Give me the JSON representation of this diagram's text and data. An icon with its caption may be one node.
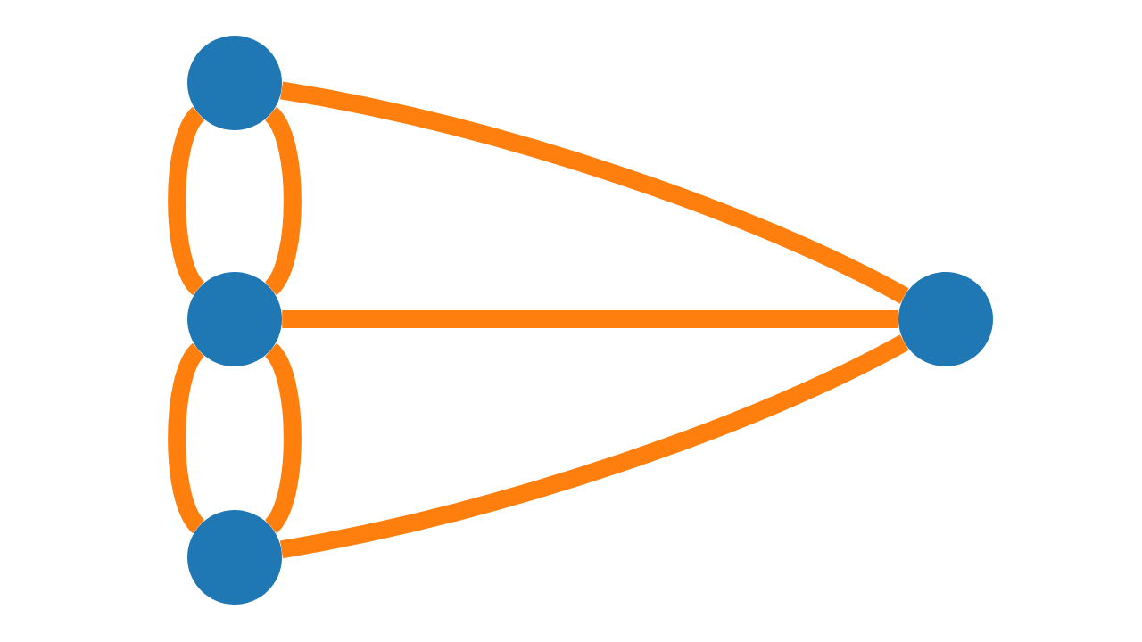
{
  "diagram": {
    "nodes": [
      {
        "text": [],
        "shape": "circle"
      },
      {
        "text": [],
        "shape": "circle"
      },
      {
        "text": [],
        "shape": "circle"
      },
      {
        "text": [],
        "shape": "circle"
      }
    ],
    "edges": [
      {
        "from": 0,
        "to": 1,
        "arrow": "none"
      },
      {
        "from": 0,
        "to": 1,
        "arrow": "none"
      },
      {
        "from": 1,
        "to": 2,
        "arrow": "none"
      },
      {
        "from": 1,
        "to": 2,
        "arrow": "none"
      },
      {
        "from": 0,
        "to": 3,
        "arrow": "none"
      },
      {
        "from": 1,
        "to": 3,
        "arrow": "none"
      },
      {
        "from": 2,
        "to": 3,
        "arrow": "none"
      }
    ]
  }
}
